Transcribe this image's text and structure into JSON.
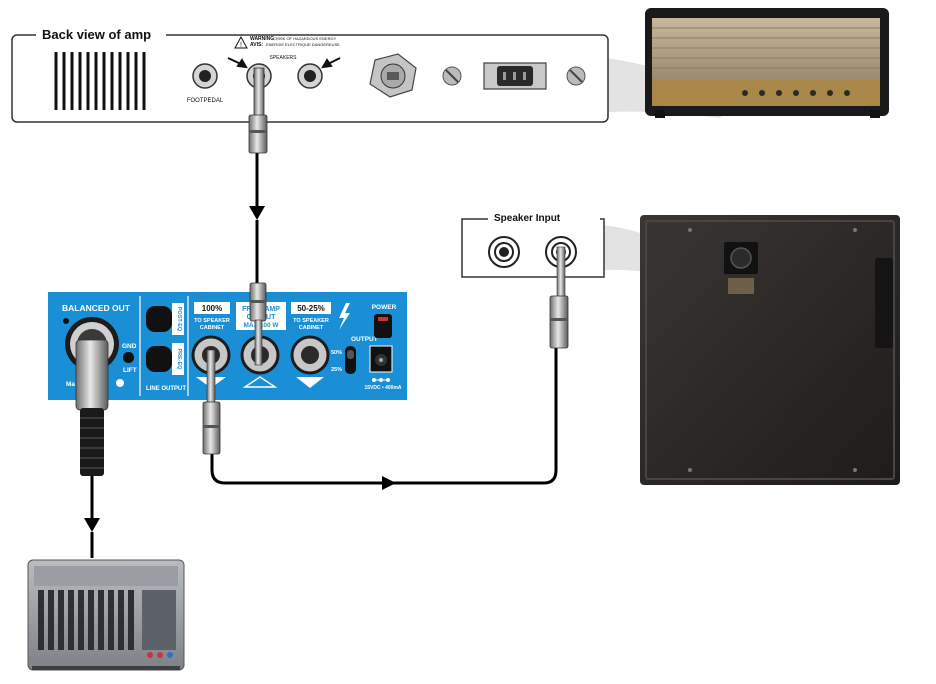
{
  "amp_panel": {
    "title": "Back view of amp",
    "warning_title": "WARNING:",
    "warning_line1": "RISK OF HAZARDOUS ENERGY",
    "avis_title": "AVIS:",
    "warning_line2": "ENERGIE ELECTRIQUE DANGEREUSE",
    "speakers_label": "SPEAKERS",
    "footpedal_label": "FOOTPEDAL"
  },
  "speaker_input": {
    "title": "Speaker Input"
  },
  "device": {
    "balanced_out": "BALANCED OUT",
    "gnd": "GND",
    "lift": "LIFT",
    "brand_fragment": "Ma",
    "post_eq": "POST-EQ",
    "pre_eq": "PRE-EQ",
    "line_output": "LINE OUTPUT",
    "badge_100": "100%",
    "to_speaker_1": "TO SPEAKER",
    "cabinet_1": "CABINET",
    "from_amp_1": "FROM AMP",
    "from_amp_2": "OUTPUT",
    "from_amp_3": "MAX 100 W",
    "badge_50": "50-25%",
    "to_speaker_2": "TO SPEAKER",
    "cabinet_2": "CABINET",
    "output": "OUTPUT",
    "pct_50": "50%",
    "pct_25": "25%",
    "power": "POWER",
    "dc_rating": "15VDC • 400mA"
  },
  "colors": {
    "device_blue": "#1a8fd6",
    "cable_black": "#000000",
    "panel_border": "#333333"
  }
}
